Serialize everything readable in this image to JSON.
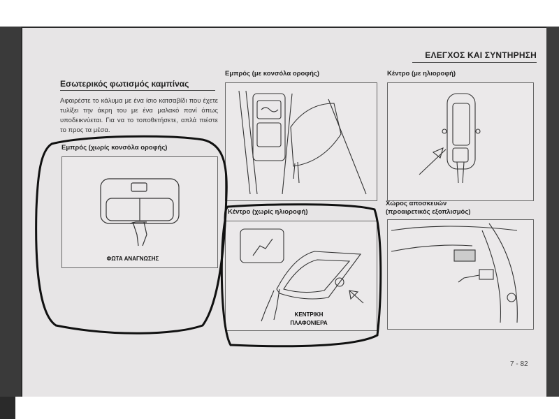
{
  "header": {
    "title": "ΕΛΕΓΧΟΣ ΚΑΙ ΣΥΝΤΗΡΗΣΗ"
  },
  "section": {
    "title": "Εσωτερικός φωτισμός καμπίνας",
    "body": "Αφαιρέστε το κάλυμα με ένα ίσιο κατσαβίδι που έχετε τυλίξει την άκρη του με ένα μαλακό πανί όπως υποδεικνύεται. Για να το τοποθετήσετε, απλά πιέστε το προς τα μέσα."
  },
  "panels": {
    "front_no_console": {
      "label": "Εμπρός (χωρίς κονσόλα οροφής)",
      "caption": "ΦΩΤΑ ΑΝΑΓΝΩΣΗΣ"
    },
    "front_console": {
      "label": "Εμπρός (με κονσόλα οροφής)"
    },
    "center_sunroof": {
      "label": "Κέντρο (με ηλιοροφή)"
    },
    "center_no_sunroof": {
      "label": "Κέντρο (χωρίς ηλιοροφή)",
      "caption_line1": "ΚΕΝΤΡΙΚΗ",
      "caption_line2": "ΠΛΑΦΟΝΙΕΡΑ"
    },
    "cargo": {
      "label_line1": "Χώρος αποσκευών",
      "label_line2": "(προαιρετικός εξοπλισμός)"
    }
  },
  "footer": {
    "page_number": "7 - 82"
  }
}
